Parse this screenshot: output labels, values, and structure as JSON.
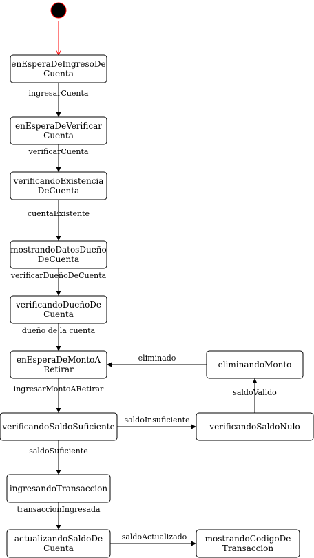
{
  "diagram": {
    "initial": {
      "fill": "#000000",
      "stroke": "#ff0000",
      "arrow_color": "#ff0000"
    },
    "states": [
      {
        "id": "s1",
        "lines": [
          "enEsperaDeIngresoDe",
          "Cuenta"
        ]
      },
      {
        "id": "s2",
        "lines": [
          "enEsperaDeVerificar",
          "Cuenta"
        ]
      },
      {
        "id": "s3",
        "lines": [
          "verificandoExistencia",
          "DeCuenta"
        ]
      },
      {
        "id": "s4",
        "lines": [
          "mostrandoDatosDueño",
          "DeCuenta"
        ]
      },
      {
        "id": "s5",
        "lines": [
          "verificandoDueñoDe",
          "Cuenta"
        ]
      },
      {
        "id": "s6",
        "lines": [
          "enEsperaDeMontoA",
          "Retirar"
        ]
      },
      {
        "id": "s7",
        "lines": [
          "eliminandoMonto"
        ]
      },
      {
        "id": "s8",
        "lines": [
          "verificandoSaldoSuficiente"
        ]
      },
      {
        "id": "s9",
        "lines": [
          "verificandoSaldoNulo"
        ]
      },
      {
        "id": "s10",
        "lines": [
          "ingresandoTransaccion"
        ]
      },
      {
        "id": "s11",
        "lines": [
          "actualizandoSaldoDe",
          "Cuenta"
        ]
      },
      {
        "id": "s12",
        "lines": [
          "mostrandoCodigoDe",
          "Transaccion"
        ]
      }
    ],
    "transitions": [
      {
        "id": "t0",
        "from": "initial",
        "to": "s1",
        "label": ""
      },
      {
        "id": "t1",
        "from": "s1",
        "to": "s2",
        "label": "ingresarCuenta"
      },
      {
        "id": "t2",
        "from": "s2",
        "to": "s3",
        "label": "verificarCuenta"
      },
      {
        "id": "t3",
        "from": "s3",
        "to": "s4",
        "label": "cuentaExistente"
      },
      {
        "id": "t4",
        "from": "s4",
        "to": "s5",
        "label": "verificarDueñoDeCuenta"
      },
      {
        "id": "t5",
        "from": "s5",
        "to": "s6",
        "label": "dueño de la cuenta"
      },
      {
        "id": "t6",
        "from": "s7",
        "to": "s6",
        "label": "eliminado"
      },
      {
        "id": "t7",
        "from": "s6",
        "to": "s8",
        "label": "ingresarMontoARetirar"
      },
      {
        "id": "t8",
        "from": "s8",
        "to": "s9",
        "label": "saldoInsuficiente"
      },
      {
        "id": "t9",
        "from": "s9",
        "to": "s7",
        "label": "saldoValido"
      },
      {
        "id": "t10",
        "from": "s8",
        "to": "s10",
        "label": "saldoSuficiente"
      },
      {
        "id": "t11",
        "from": "s10",
        "to": "s11",
        "label": "transaccionIngresada"
      },
      {
        "id": "t12",
        "from": "s11",
        "to": "s12",
        "label": "saldoActualizado"
      }
    ]
  }
}
